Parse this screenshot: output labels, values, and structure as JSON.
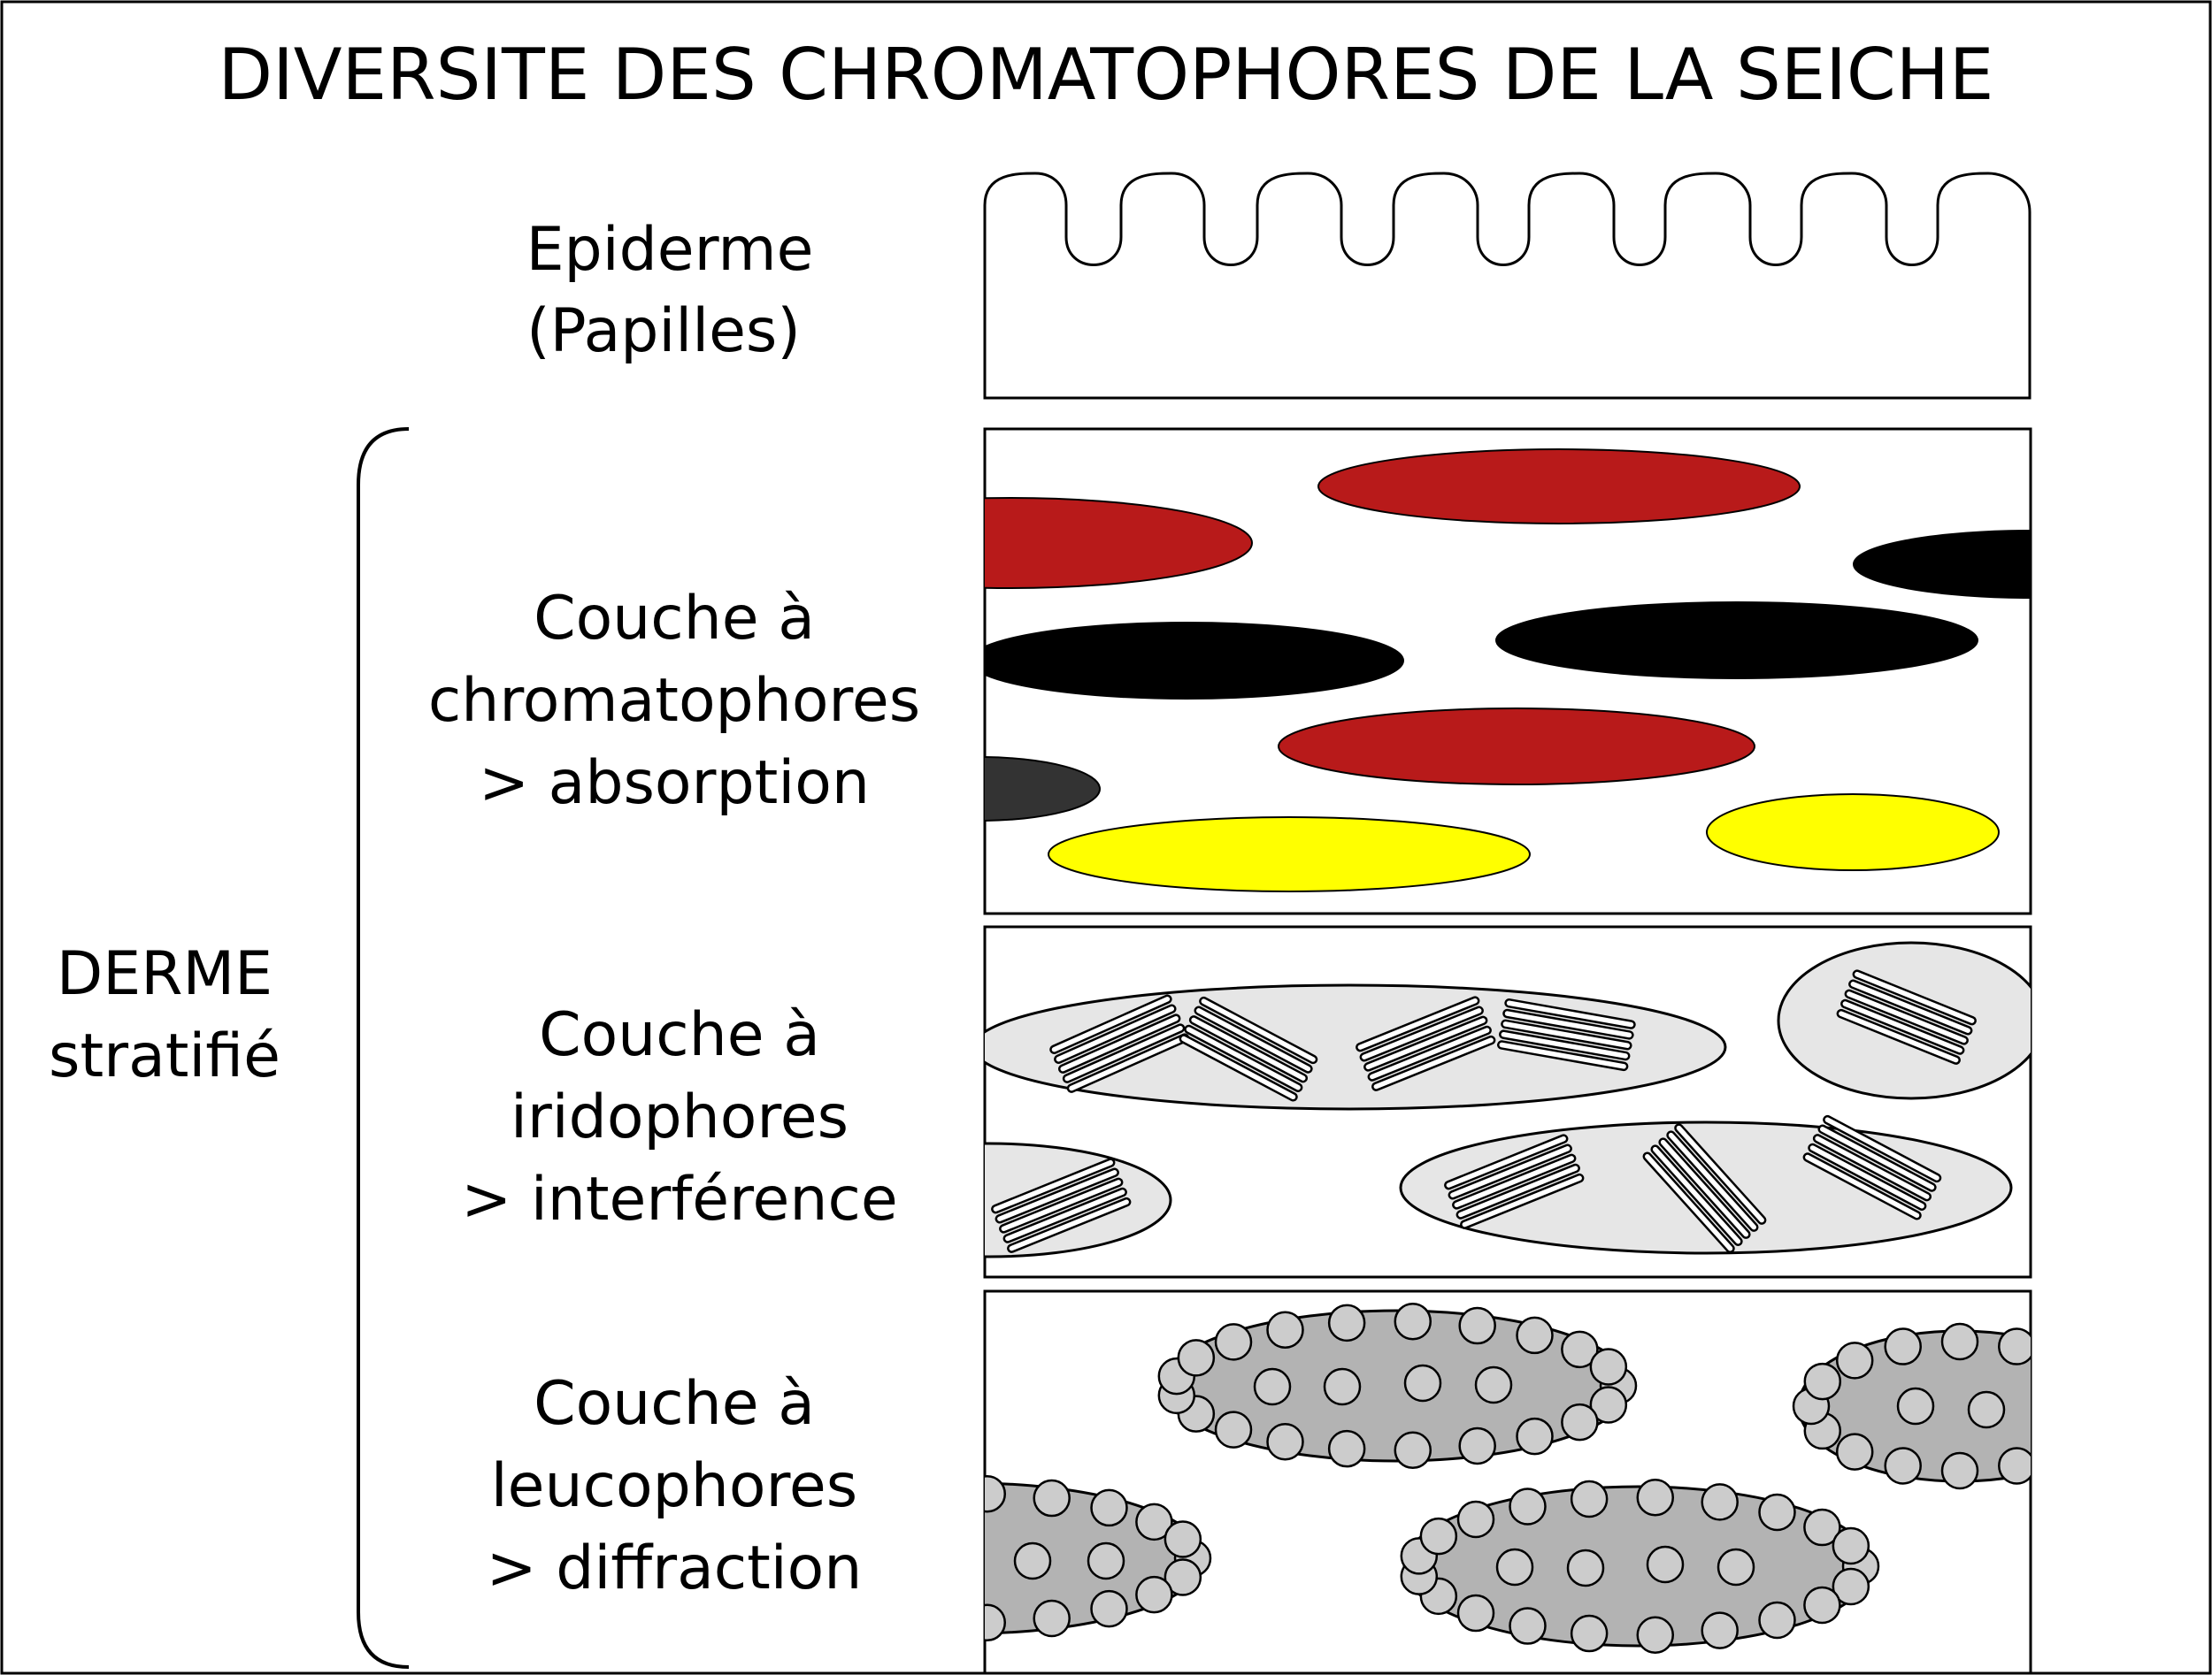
{
  "title": "DIVERSITE DES CHROMATOPHORES DE LA SEICHE",
  "derme_group": {
    "line1": "DERME",
    "line2": "stratifié"
  },
  "layers": [
    {
      "id": "epiderme",
      "lines": [
        "Epiderme",
        "(Papilles)"
      ]
    },
    {
      "id": "chromatophores",
      "lines": [
        "Couche à",
        "chromatophores",
        "> absorption"
      ]
    },
    {
      "id": "iridophores",
      "lines": [
        "Couche à",
        "iridophores",
        "> interférence"
      ]
    },
    {
      "id": "leucophores",
      "lines": [
        "Couche à",
        "leucophores",
        "> diffraction"
      ]
    }
  ],
  "colors": {
    "red": "#b81a1a",
    "black": "#000000",
    "dark_gray": "#333333",
    "yellow": "#ffff00",
    "iridophore_fill": "#e6e6e6",
    "leucophore_fill": "#b3b3b3",
    "granule_fill": "#cccccc"
  }
}
